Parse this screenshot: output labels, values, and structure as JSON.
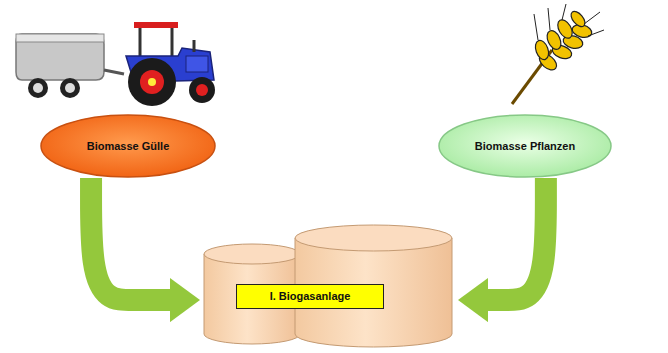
{
  "diagram": {
    "nodes": [
      {
        "text": [
          "Biomasse Gülle"
        ]
      },
      {
        "text": [
          "Biomasse Pflanzen"
        ]
      },
      {
        "text": [
          "I. Biogasanlage"
        ]
      }
    ],
    "edges": [
      {
        "from": 0,
        "to": 2,
        "arrow": "to"
      },
      {
        "from": 1,
        "to": 2,
        "arrow": "to"
      }
    ]
  }
}
